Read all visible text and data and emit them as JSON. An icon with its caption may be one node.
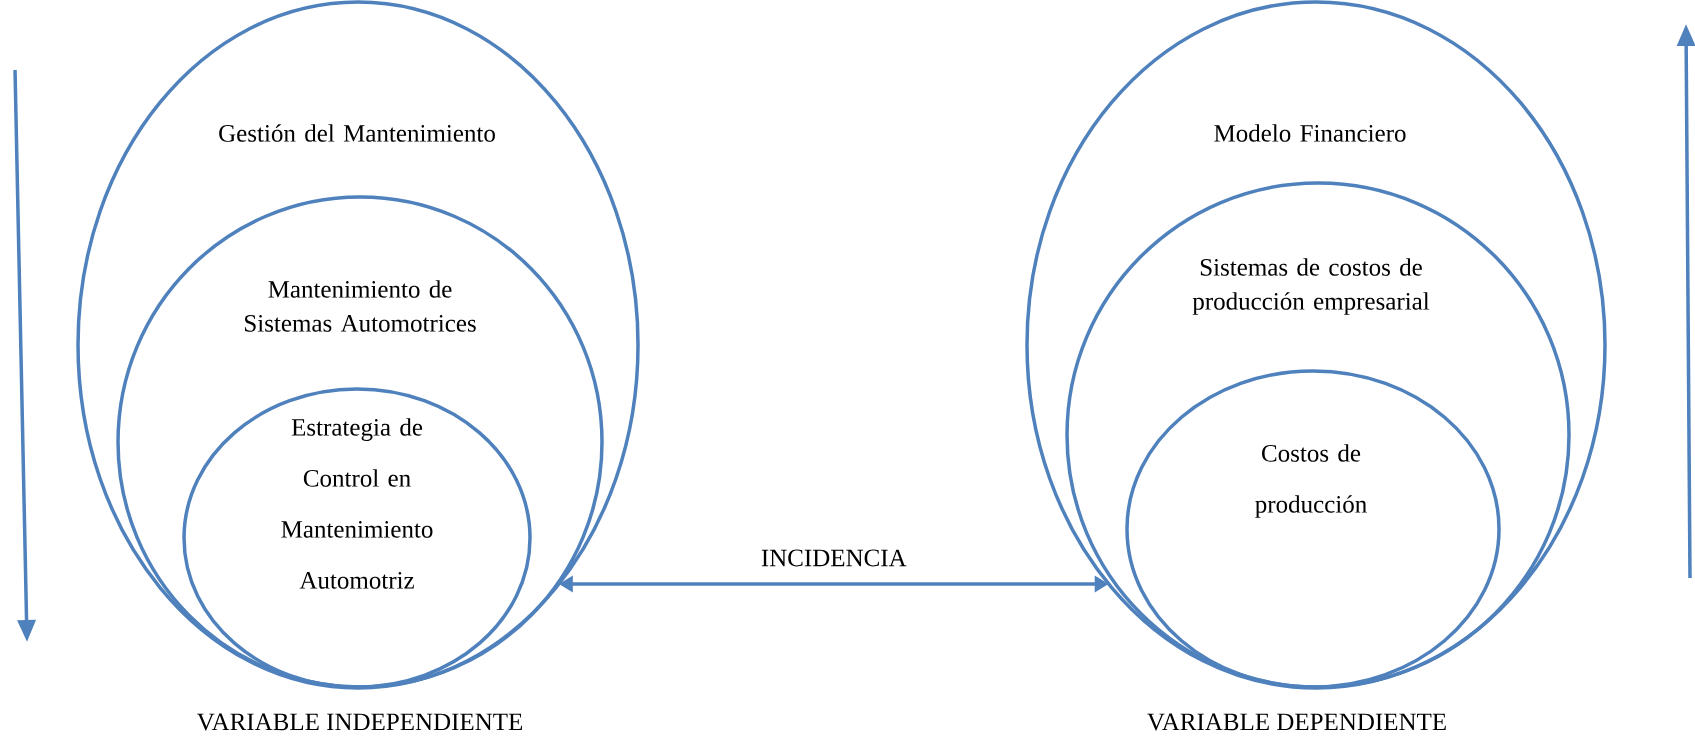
{
  "diagram": {
    "nodes": [
      {
        "text": [
          "Gestión del Mantenimiento"
        ],
        "beside": [
          "VARIABLE INDEPENDIENTE"
        ]
      },
      {
        "text": [
          "Mantenimiento de Sistemas Automotrices"
        ],
        "in": 0
      },
      {
        "text": [
          "Estrategia de Control en Mantenimiento Automotriz"
        ],
        "in": 1
      },
      {
        "text": [
          "Modelo Financiero"
        ],
        "beside": [
          "VARIABLE DEPENDIENTE"
        ]
      },
      {
        "text": [
          "Sistemas de costos de producción empresarial"
        ],
        "in": 3
      },
      {
        "text": [
          "Costos de producción"
        ],
        "in": 4
      }
    ],
    "edges": [
      {
        "from": 0,
        "to": 3,
        "arrow": "both",
        "label": "INCIDENCIA"
      }
    ]
  }
}
